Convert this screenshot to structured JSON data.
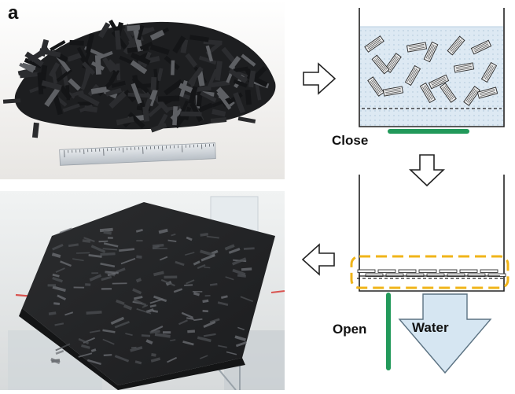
{
  "figure": {
    "panel_label": "a",
    "labels": {
      "close": "Close",
      "open": "Open",
      "water": "Water"
    },
    "photos": {
      "top": "chopped-carbon-fiber-tapes-photo",
      "bottom": "molded-random-tape-sheet-photo"
    },
    "colors": {
      "valve": "#22995a",
      "highlight_box": "#f0b419",
      "water_fill": "#d6e6f2",
      "tank_fill": "#dde9f3",
      "tape": "#8a8a8a"
    }
  }
}
